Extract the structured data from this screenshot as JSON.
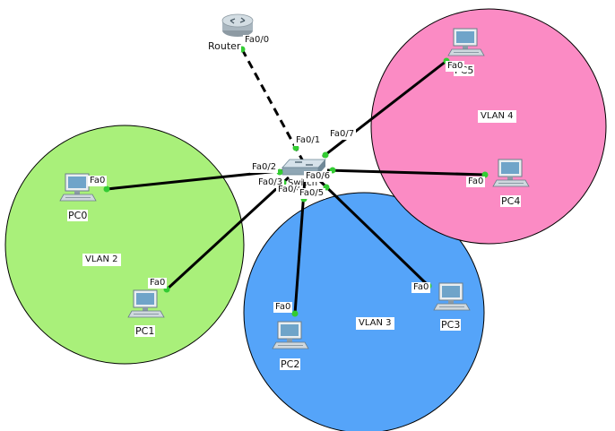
{
  "vlans": [
    {
      "id": "vlan2",
      "label": "VLAN 2",
      "color": "#a9f07a"
    },
    {
      "id": "vlan3",
      "label": "VLAN 3",
      "color": "#55a4f9"
    },
    {
      "id": "vlan4",
      "label": "VLAN 4",
      "color": "#fb8bc4"
    }
  ],
  "devices": {
    "router": {
      "name": "Router"
    },
    "switch": {
      "name": "Switch"
    },
    "pc0": {
      "name": "PC0"
    },
    "pc1": {
      "name": "PC1"
    },
    "pc2": {
      "name": "PC2"
    },
    "pc3": {
      "name": "PC3"
    },
    "pc4": {
      "name": "PC4"
    },
    "pc5": {
      "name": "PC5"
    }
  },
  "links": [
    {
      "id": "router-switch",
      "a_port": "Fa0/0",
      "b_port": "Fa0/1",
      "style": "dashed"
    },
    {
      "id": "pc0-switch",
      "a_port": "Fa0",
      "b_port": "Fa0/2",
      "style": "solid"
    },
    {
      "id": "pc1-switch",
      "a_port": "Fa0",
      "b_port": "Fa0/3",
      "style": "solid"
    },
    {
      "id": "pc2-switch",
      "a_port": "Fa0",
      "b_port": "Fa0/4",
      "style": "solid"
    },
    {
      "id": "pc3-switch",
      "a_port": "Fa0",
      "b_port": "Fa0/5",
      "style": "solid"
    },
    {
      "id": "pc4-switch",
      "a_port": "Fa0",
      "b_port": "Fa0/6",
      "style": "solid"
    },
    {
      "id": "pc5-switch",
      "a_port": "Fa0",
      "b_port": "Fa0/7",
      "style": "solid"
    }
  ],
  "colors": {
    "link": "#000000",
    "port_dot": "#33cc33",
    "pc_screen": "#6fa4c9"
  }
}
